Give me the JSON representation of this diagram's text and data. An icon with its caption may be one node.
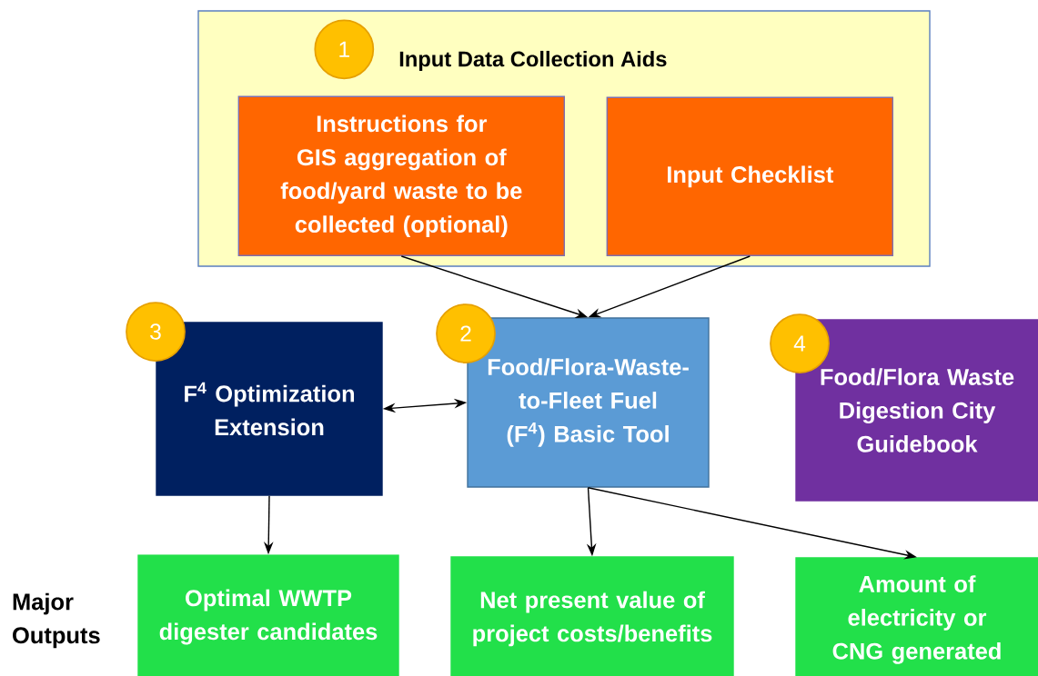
{
  "diagram": {
    "nodes": [
      {
        "text": [
          "Input Data Collection Aids"
        ]
      },
      {
        "text": [
          "1"
        ],
        "in": 0
      },
      {
        "text": [
          "Instructions for GIS aggregation of food/yard waste to be collected (optional)"
        ],
        "in": 0
      },
      {
        "text": [
          "Input Checklist"
        ],
        "in": 0
      },
      {
        "text": [
          "3"
        ]
      },
      {
        "text": [
          "F$^{4}$ Optimization Extension"
        ]
      },
      {
        "text": [
          "2"
        ]
      },
      {
        "text": [
          "Food/Flora-Waste-to-Fleet Fuel (F$^{4}$) Basic Tool"
        ]
      },
      {
        "text": [
          "4"
        ]
      },
      {
        "text": [
          "Food/Flora Waste Digestion City Guidebook"
        ]
      },
      {
        "text": [
          "Optimal WWTP digester candidates"
        ]
      },
      {
        "text": [
          "Net present value of project costs/benefits"
        ]
      },
      {
        "text": [
          "Amount of electricity or CNG generated"
        ]
      }
    ],
    "edges": [
      {
        "from": 2,
        "to": 7,
        "arrow": "to"
      },
      {
        "from": 3,
        "to": 7,
        "arrow": "to"
      },
      {
        "from": 5,
        "to": 7,
        "arrow": "both"
      },
      {
        "from": 5,
        "to": 10,
        "arrow": "to"
      },
      {
        "from": 7,
        "to": 11,
        "arrow": "to"
      },
      {
        "from": 7,
        "to": 12,
        "arrow": "to"
      }
    ],
    "labels": [
      "Major Outputs"
    ]
  }
}
